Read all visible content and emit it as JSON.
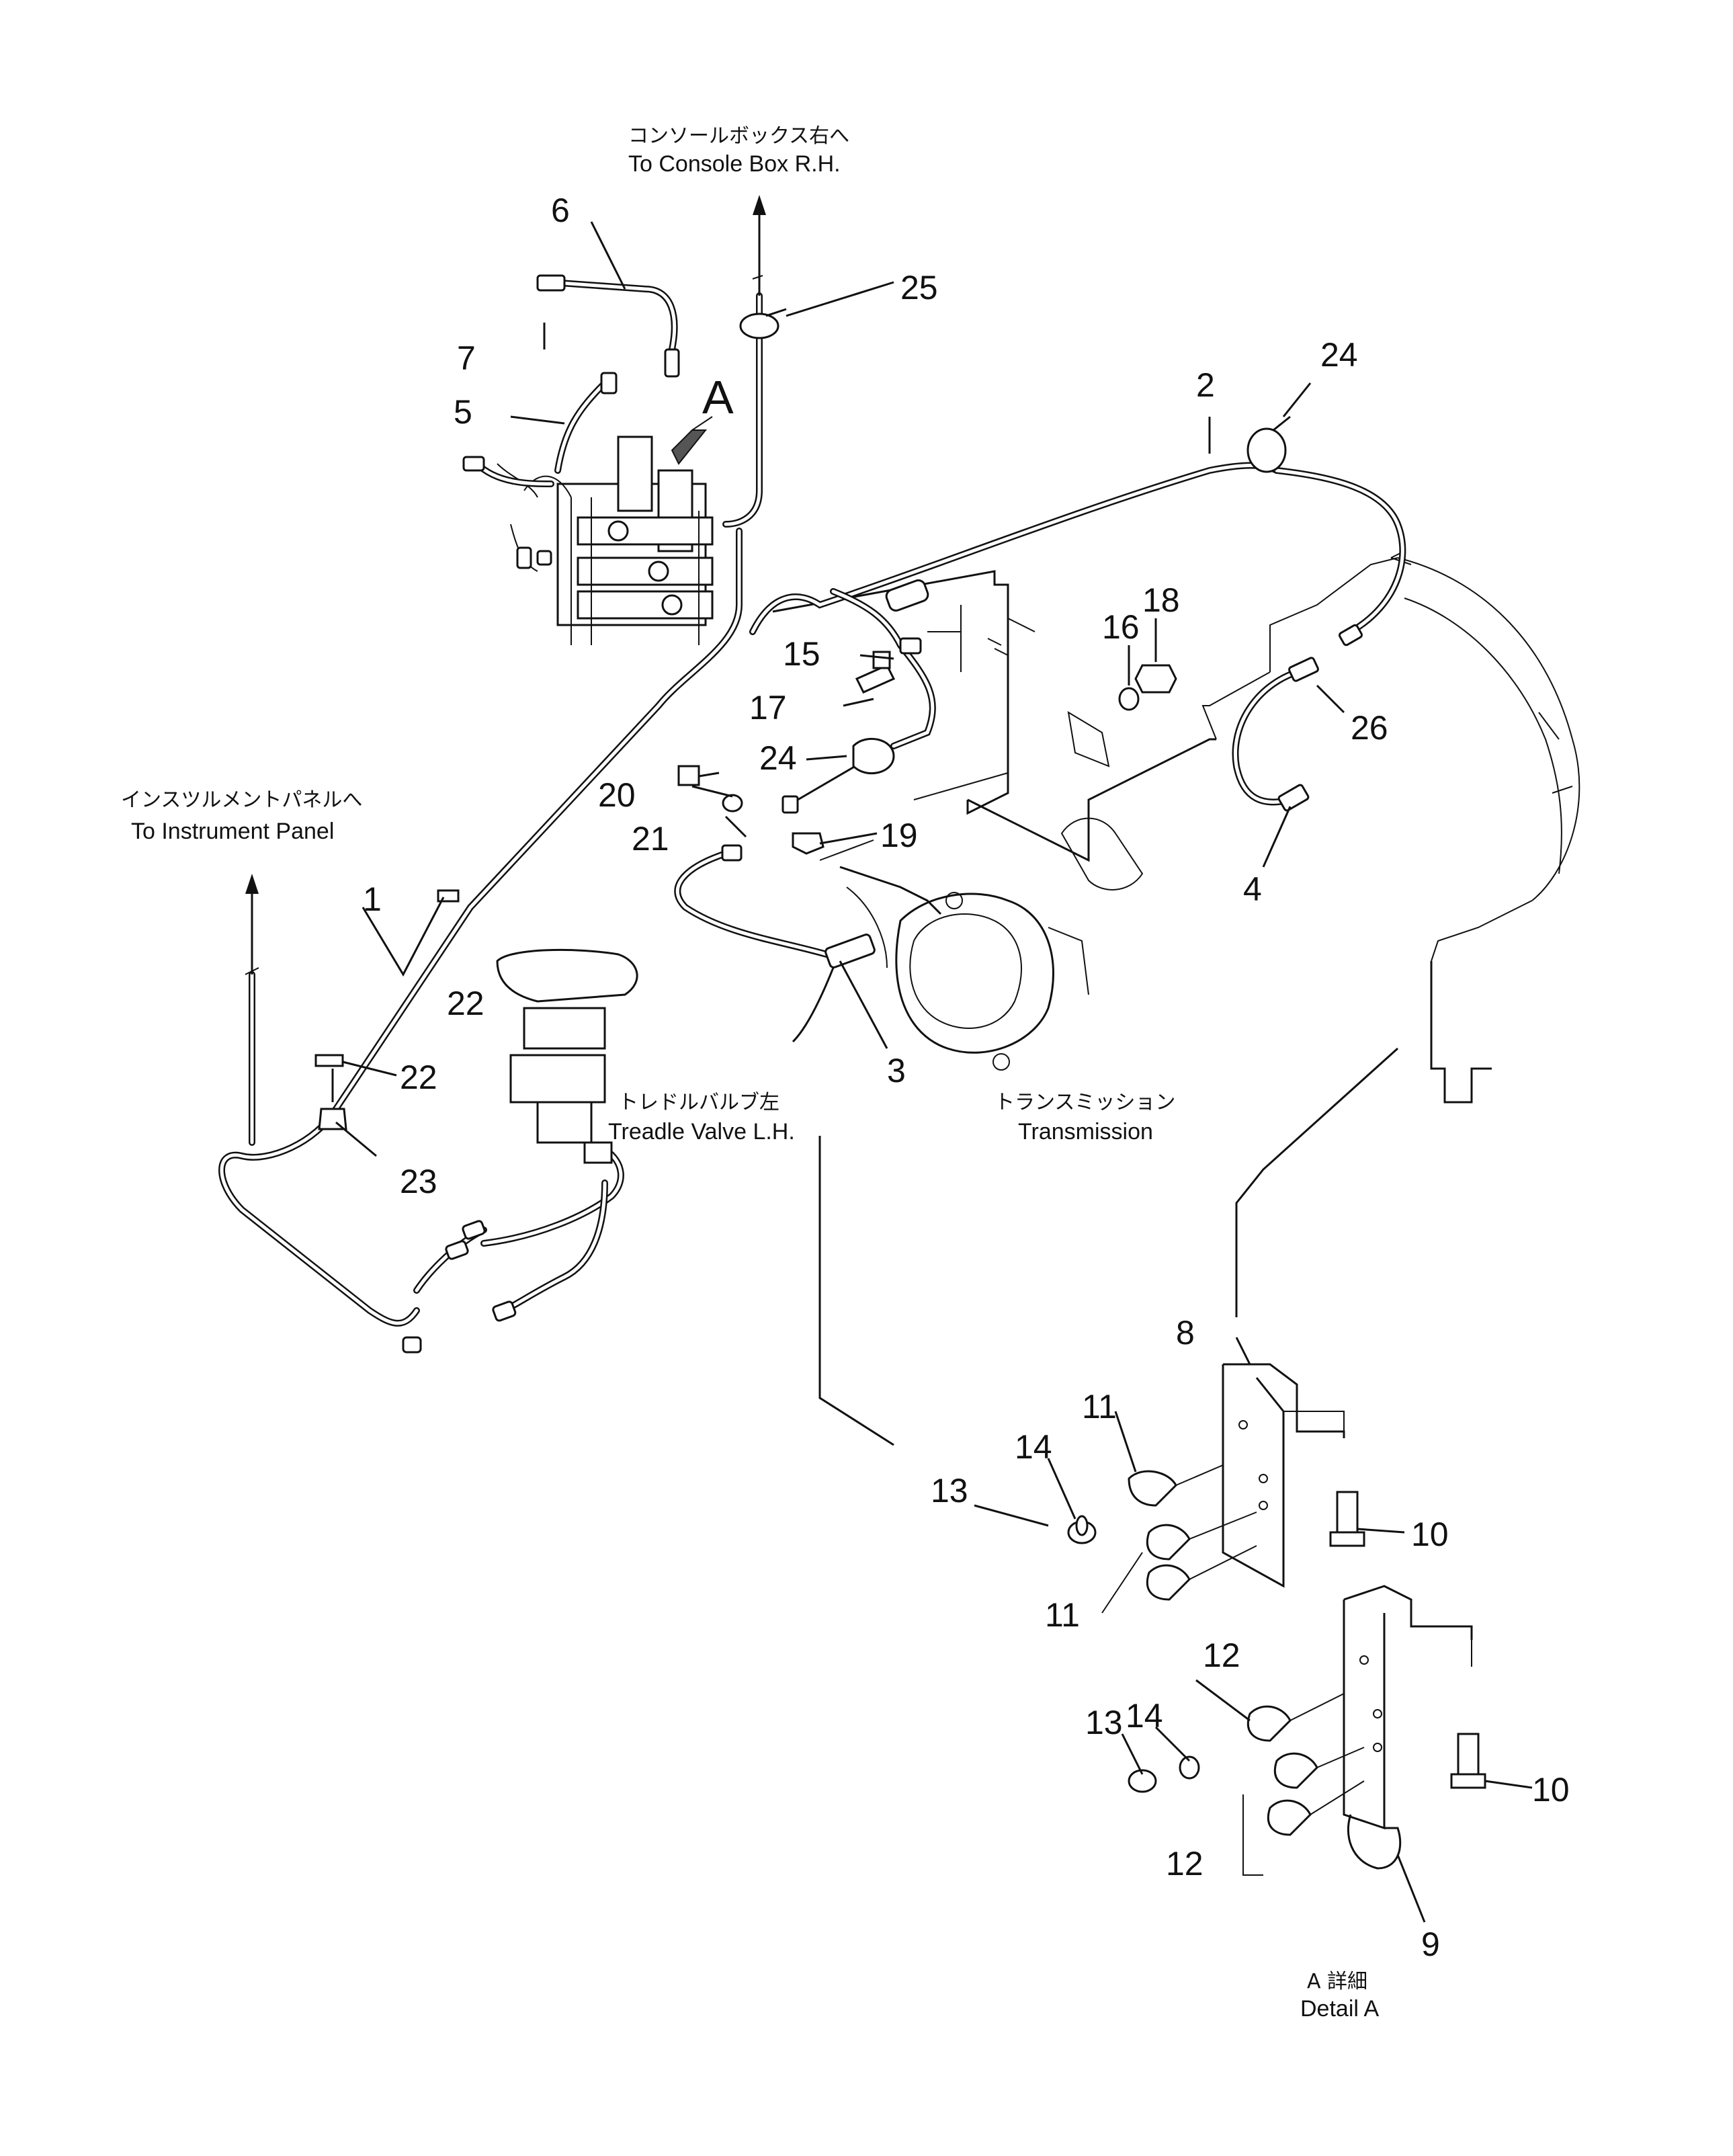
{
  "callouts": {
    "console_jp": "コンソールボックス右へ",
    "console_en": "To Console Box R.H.",
    "instrument_jp": "インスツルメントパネルへ",
    "instrument_en": "To Instrument Panel",
    "treadle_jp": "トレドルバルブ左",
    "treadle_en": "Treadle Valve L.H.",
    "transmission_jp": "トランスミッション",
    "transmission_en": "Transmission",
    "detail_jp": "A 詳細",
    "detail_en": "Detail A",
    "view_marker": "A"
  },
  "part_numbers": {
    "p1": "1",
    "p2": "2",
    "p3": "3",
    "p4": "4",
    "p5": "5",
    "p6": "6",
    "p7": "7",
    "p8": "8",
    "p9": "9",
    "p10a": "10",
    "p10b": "10",
    "p11a": "11",
    "p11b": "11",
    "p12a": "12",
    "p12b": "12",
    "p13a": "13",
    "p13b": "13",
    "p14a": "14",
    "p14b": "14",
    "p15": "15",
    "p16": "16",
    "p17": "17",
    "p18": "18",
    "p19": "19",
    "p20": "20",
    "p21": "21",
    "p22a": "22",
    "p22b": "22",
    "p23": "23",
    "p24a": "24",
    "p24b": "24",
    "p25": "25",
    "p26": "26"
  }
}
